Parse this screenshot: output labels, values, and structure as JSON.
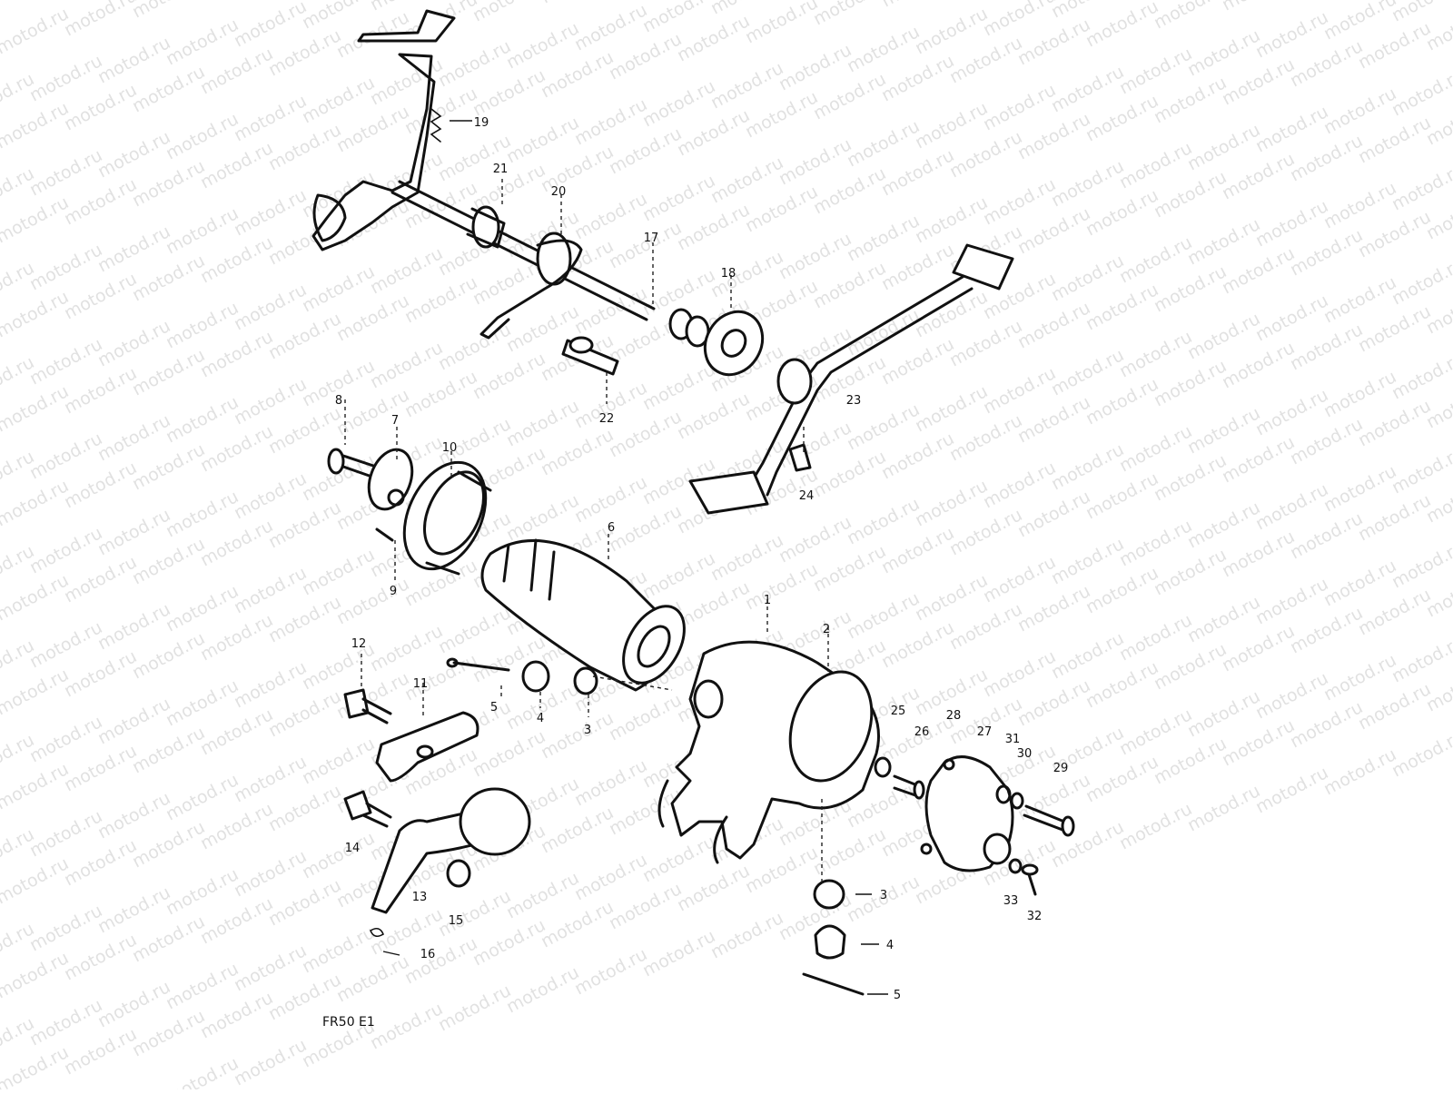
{
  "diagram": {
    "code_label": "FR50   E1",
    "watermark_text": "motod.ru",
    "callouts": [
      "1",
      "2",
      "3",
      "4",
      "5",
      "6",
      "7",
      "8",
      "9",
      "10",
      "11",
      "12",
      "13",
      "14",
      "15",
      "16",
      "17",
      "18",
      "19",
      "20",
      "21",
      "22",
      "23",
      "24",
      "25",
      "26",
      "27",
      "28",
      "29",
      "30",
      "31",
      "32",
      "33"
    ]
  }
}
